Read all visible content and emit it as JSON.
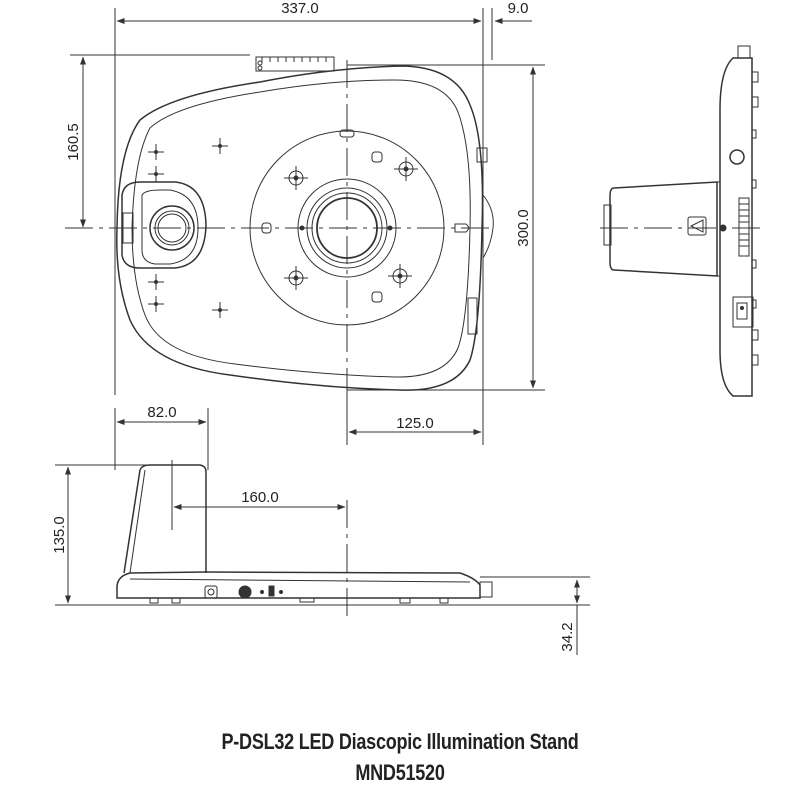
{
  "title": {
    "product": "P-DSL32 LED Diascopic Illumination Stand",
    "model_number": "MND51520"
  },
  "colors": {
    "line": "#333333",
    "background": "#ffffff",
    "text": "#222222"
  },
  "views": {
    "top_view": {
      "dimensions": {
        "overall_width": "337.0",
        "knob_offset": "9.0",
        "center_to_top": "160.5",
        "overall_depth": "300.0",
        "center_to_right": "125.0"
      }
    },
    "side_view": {
      "dimensions": {
        "pillar_width": "82.0",
        "pillar_to_center": "160.0",
        "overall_height": "135.0",
        "base_height": "34.2"
      }
    },
    "end_view": {
      "features": [
        "warning-triangle",
        "focus-knob",
        "power-switch",
        "scale"
      ]
    }
  }
}
